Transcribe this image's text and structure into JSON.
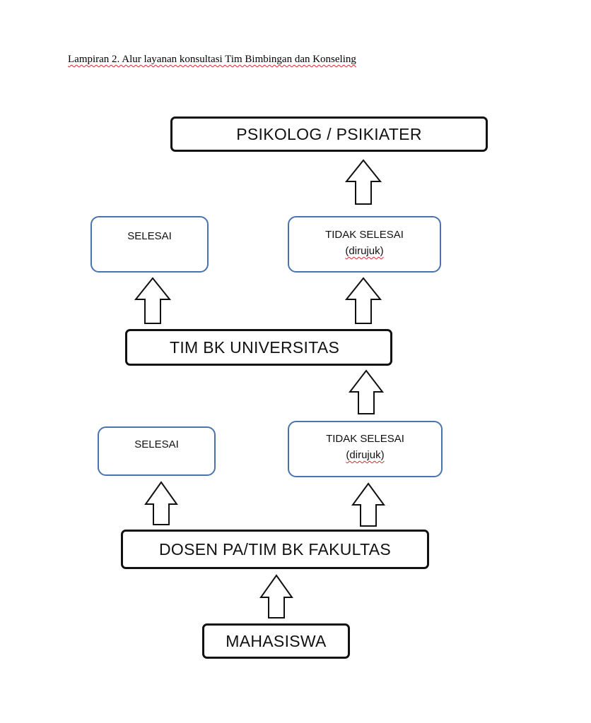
{
  "caption": "Lampiran 2. Alur layanan konsultasi Tim Bimbingan dan Konseling",
  "nodes": {
    "psikolog": "PSIKOLOG / PSIKIATER",
    "selesai_top": "SELESAI",
    "tidak_selesai_top": {
      "line1": "TIDAK SELESAI",
      "line2": "(dirujuk)"
    },
    "tim_bk_universitas": "TIM BK UNIVERSITAS",
    "selesai_bottom": "SELESAI",
    "tidak_selesai_bottom": {
      "line1": "TIDAK SELESAI",
      "line2": "(dirujuk)"
    },
    "dosen_pa": "DOSEN PA/TIM BK FAKULTAS",
    "mahasiswa": "MAHASISWA"
  },
  "colors": {
    "black_border": "#111111",
    "blue_border": "#4a73ad",
    "spell_underline": "#d42a2a"
  }
}
